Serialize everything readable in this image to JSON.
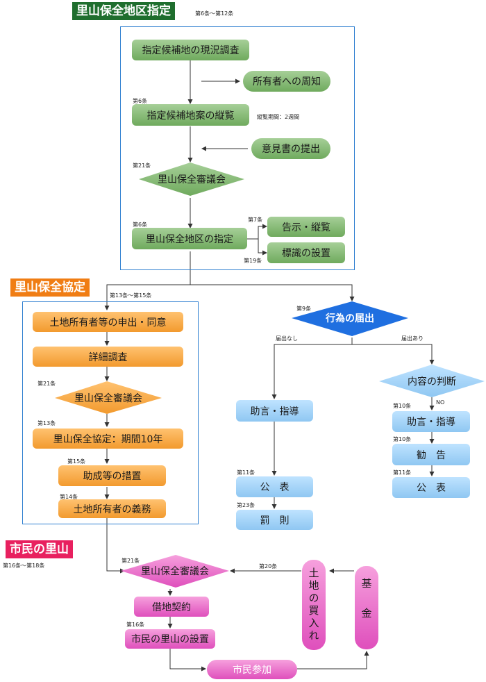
{
  "sections": {
    "designation": {
      "title": "里山保全地区指定",
      "articles": "第6条～第12条"
    },
    "agreement": {
      "title": "里山保全協定",
      "articles": "第13条～第15条"
    },
    "citizen": {
      "title": "市民の里山",
      "articles": "第16条～第18条"
    }
  },
  "designation": {
    "survey": "指定候補地の現況調査",
    "notify_owner": "所有者への周知",
    "draft_inspection": "指定候補地案の縦覧",
    "inspection_period": "縦覧期間：2週間",
    "opinion": "意見書の提出",
    "council": "里山保全審議会",
    "designation": "里山保全地区の指定",
    "notice": "告示・縦覧",
    "sign": "標識の設置",
    "art_draft": "第6条",
    "art_council": "第21条",
    "art_designation": "第6条",
    "art_notice": "第7条",
    "art_sign": "第19条"
  },
  "agreement": {
    "request": "土地所有者等の申出・同意",
    "detailed_survey": "詳細調査",
    "council": "里山保全審議会",
    "agreement": "里山保全協定：期間10年",
    "subsidy": "助成等の措置",
    "duty": "土地所有者の義務",
    "art_council": "第21条",
    "art_agreement": "第13条",
    "art_subsidy": "第15条",
    "art_duty": "第14条"
  },
  "action": {
    "notification": "行為の届出",
    "art_notification": "第9条",
    "no_notification": "届出なし",
    "with_notification": "届出あり",
    "judgment": "内容の判断",
    "no_label": "NO",
    "left_advice": "助言・指導",
    "left_publish": "公　表",
    "left_penalty": "罰　則",
    "art_left_publish": "第11条",
    "art_left_penalty": "第23条",
    "right_advice": "助言・指導",
    "right_recommend": "勧　告",
    "right_publish": "公　表",
    "art_right_advice": "第10条",
    "art_right_recommend": "第10条",
    "art_right_publish": "第11条"
  },
  "citizen": {
    "council": "里山保全審議会",
    "lease": "借地契約",
    "establish": "市民の里山の設置",
    "participation": "市民参加",
    "land_purchase": "土地の買入れ",
    "fund": "基金",
    "art_council": "第21条",
    "art_establish": "第16条",
    "art_purchase": "第20条"
  },
  "colors": {
    "designation_title": "#1f6e2e",
    "agreement_title": "#f07d14",
    "citizen_title": "#e8205f",
    "frame": "#2f7fd0",
    "action_diamond": "#1f6fe0"
  }
}
